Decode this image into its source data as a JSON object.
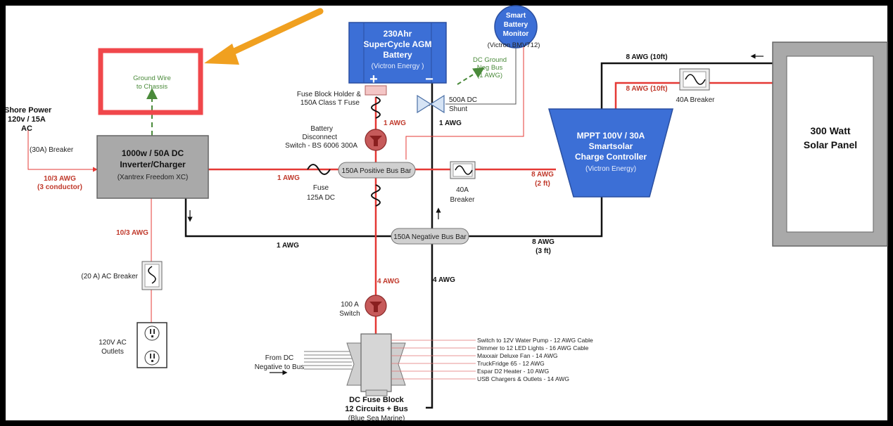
{
  "ground_note": {
    "line1": "Ground Wire",
    "line2": "to Chassis"
  },
  "shore_power": {
    "line1": "Shore Power",
    "line2": "120v / 15A",
    "line3": "AC",
    "breaker": "(30A) Breaker",
    "wire1": "10/3 AWG",
    "wire2": "(3 conductor)"
  },
  "inverter": {
    "line1": "1000w / 50A DC",
    "line2": "Inverter/Charger",
    "line3": "(Xantrex Freedom XC)"
  },
  "battery": {
    "line1": "230Ahr",
    "line2": "SuperCycle AGM",
    "line3": "Battery",
    "line4": "(Victron Energy )",
    "plus": "+",
    "minus": "−"
  },
  "monitor": {
    "line1": "Smart",
    "line2": "Battery",
    "line3": "Monitor",
    "line4": "(Victron BMV712)"
  },
  "dc_ground": {
    "line1": "DC Ground",
    "line2": "Neg Bus",
    "line3": "(1 AWG)"
  },
  "fuse_holder": {
    "line1": "Fuse Block Holder &",
    "line2": "150A Class T Fuse"
  },
  "shunt": {
    "line1": "500A DC",
    "line2": "Shunt"
  },
  "disconnect": {
    "line1": "Battery",
    "line2": "Disconnect",
    "line3": "Switch - BS 6006 300A"
  },
  "wires": {
    "awg1_top": "1 AWG",
    "awg1_shunt": "1 AWG",
    "awg1_left": "1 AWG",
    "awg1_bottom": "1 AWG",
    "awg8_10ft_black": "8 AWG (10ft)",
    "awg8_10ft_red": "8 AWG (10ft)",
    "awg8_2ft_a": "8 AWG",
    "awg8_2ft_b": "(2 ft)",
    "awg8_3ft_a": "8 AWG",
    "awg8_3ft_b": "(3 ft)",
    "awg10_3": "10/3 AWG",
    "awg4_red": "4 AWG",
    "awg4_black": "4 AWG"
  },
  "pos_bus": "150A Positive Bus Bar",
  "neg_bus": "150A Negative Bus Bar",
  "fuse125": {
    "line1": "Fuse",
    "line2": "125A DC"
  },
  "breaker40_left": {
    "line1": "40A",
    "line2": "Breaker"
  },
  "breaker40_right": "40A Breaker",
  "mppt": {
    "line1": "MPPT 100V / 30A",
    "line2": "Smartsolar",
    "line3": "Charge Controller",
    "line4": "(Victron Energy)"
  },
  "solar": {
    "line1": "300 Watt",
    "line2": "Solar Panel"
  },
  "ac_breaker": "(20 A) AC Breaker",
  "outlets": {
    "line1": "120V AC",
    "line2": "Outlets"
  },
  "switch100": {
    "line1": "100 A",
    "line2": "Switch"
  },
  "from_dc": {
    "line1": "From DC",
    "line2": "Negative to Bus"
  },
  "fuse_block": {
    "line1": "DC Fuse Block",
    "line2": "12 Circuits + Bus",
    "line3": "(Blue Sea Marine)"
  },
  "circuits": [
    "Switch to 12V Water Pump - 12 AWG Cable",
    "Dimmer to 12 LED Lights - 16 AWG Cable",
    "Maxxair Deluxe Fan - 14 AWG",
    "TruckFridge 65 - 12 AWG",
    "Espar D2 Heater - 10 AWG",
    "USB Chargers & Outlets - 14 AWG"
  ],
  "colors": {
    "positive_wire": "#e53935",
    "negative_wire": "#111111",
    "device_blue": "#3c6fd6",
    "highlight": "#f0474b",
    "arrow": "#f0a020",
    "ground_green": "#4a8a3a"
  }
}
